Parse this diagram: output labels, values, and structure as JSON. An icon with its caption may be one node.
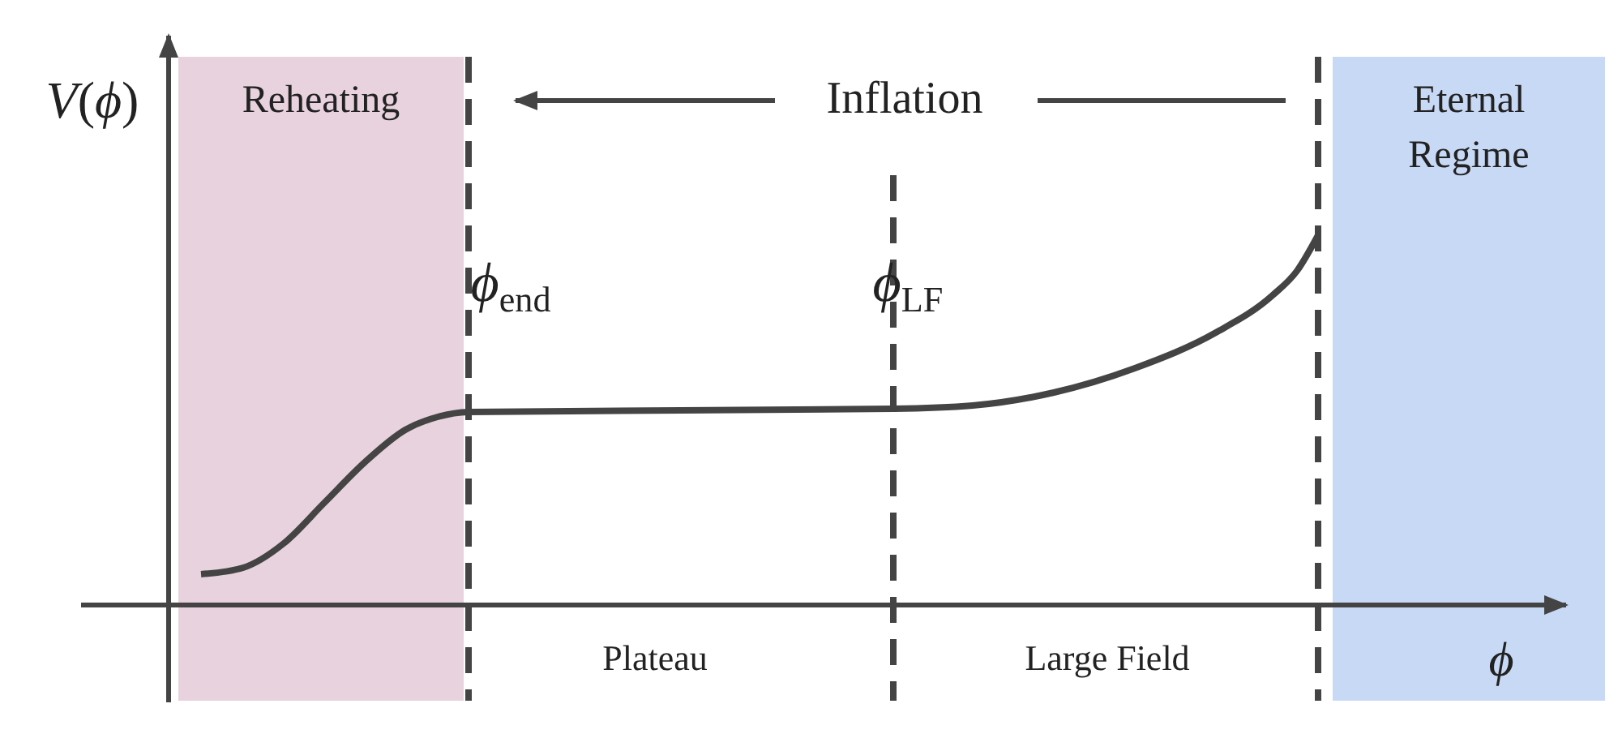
{
  "diagram": {
    "nodes": [
      {
        "text": [
          "Reheating"
        ]
      },
      {
        "text": [
          "Eternal Regime"
        ]
      }
    ],
    "labels": [
      "*V*(*ϕ*)",
      "Inflation",
      "*ϕ*$_{end}$",
      "*ϕ*$_{LF}$",
      "Plateau",
      "Large Field",
      "*ϕ*"
    ]
  }
}
